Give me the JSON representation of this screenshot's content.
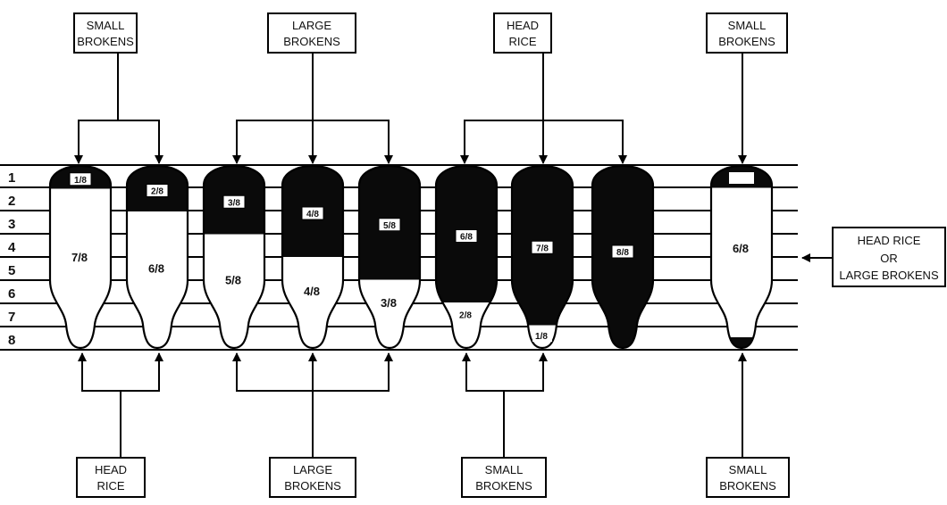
{
  "top_labels": [
    {
      "line1": "SMALL",
      "line2": "BROKENS"
    },
    {
      "line1": "LARGE",
      "line2": "BROKENS"
    },
    {
      "line1": "HEAD",
      "line2": "RICE"
    },
    {
      "line1": "SMALL",
      "line2": "BROKENS"
    }
  ],
  "bottom_labels": [
    {
      "line1": "HEAD",
      "line2": "RICE"
    },
    {
      "line1": "LARGE",
      "line2": "BROKENS"
    },
    {
      "line1": "SMALL",
      "line2": "BROKENS"
    },
    {
      "line1": "SMALL",
      "line2": "BROKENS"
    }
  ],
  "side_label": {
    "line1": "HEAD RICE",
    "line2": "OR",
    "line3": "LARGE BROKENS"
  },
  "row_numbers": [
    "1",
    "2",
    "3",
    "4",
    "5",
    "6",
    "7",
    "8"
  ],
  "grains": [
    {
      "upper": "1/8",
      "lower": "7/8"
    },
    {
      "upper": "2/8",
      "lower": "6/8"
    },
    {
      "upper": "3/8",
      "lower": "5/8"
    },
    {
      "upper": "4/8",
      "lower": "4/8"
    },
    {
      "upper": "5/8",
      "lower": "3/8"
    },
    {
      "upper": "6/8",
      "lower": "2/8"
    },
    {
      "upper": "7/8",
      "lower": "1/8"
    },
    {
      "upper": "8/8",
      "lower": ""
    },
    {
      "upper": "",
      "lower": "6/8"
    }
  ]
}
